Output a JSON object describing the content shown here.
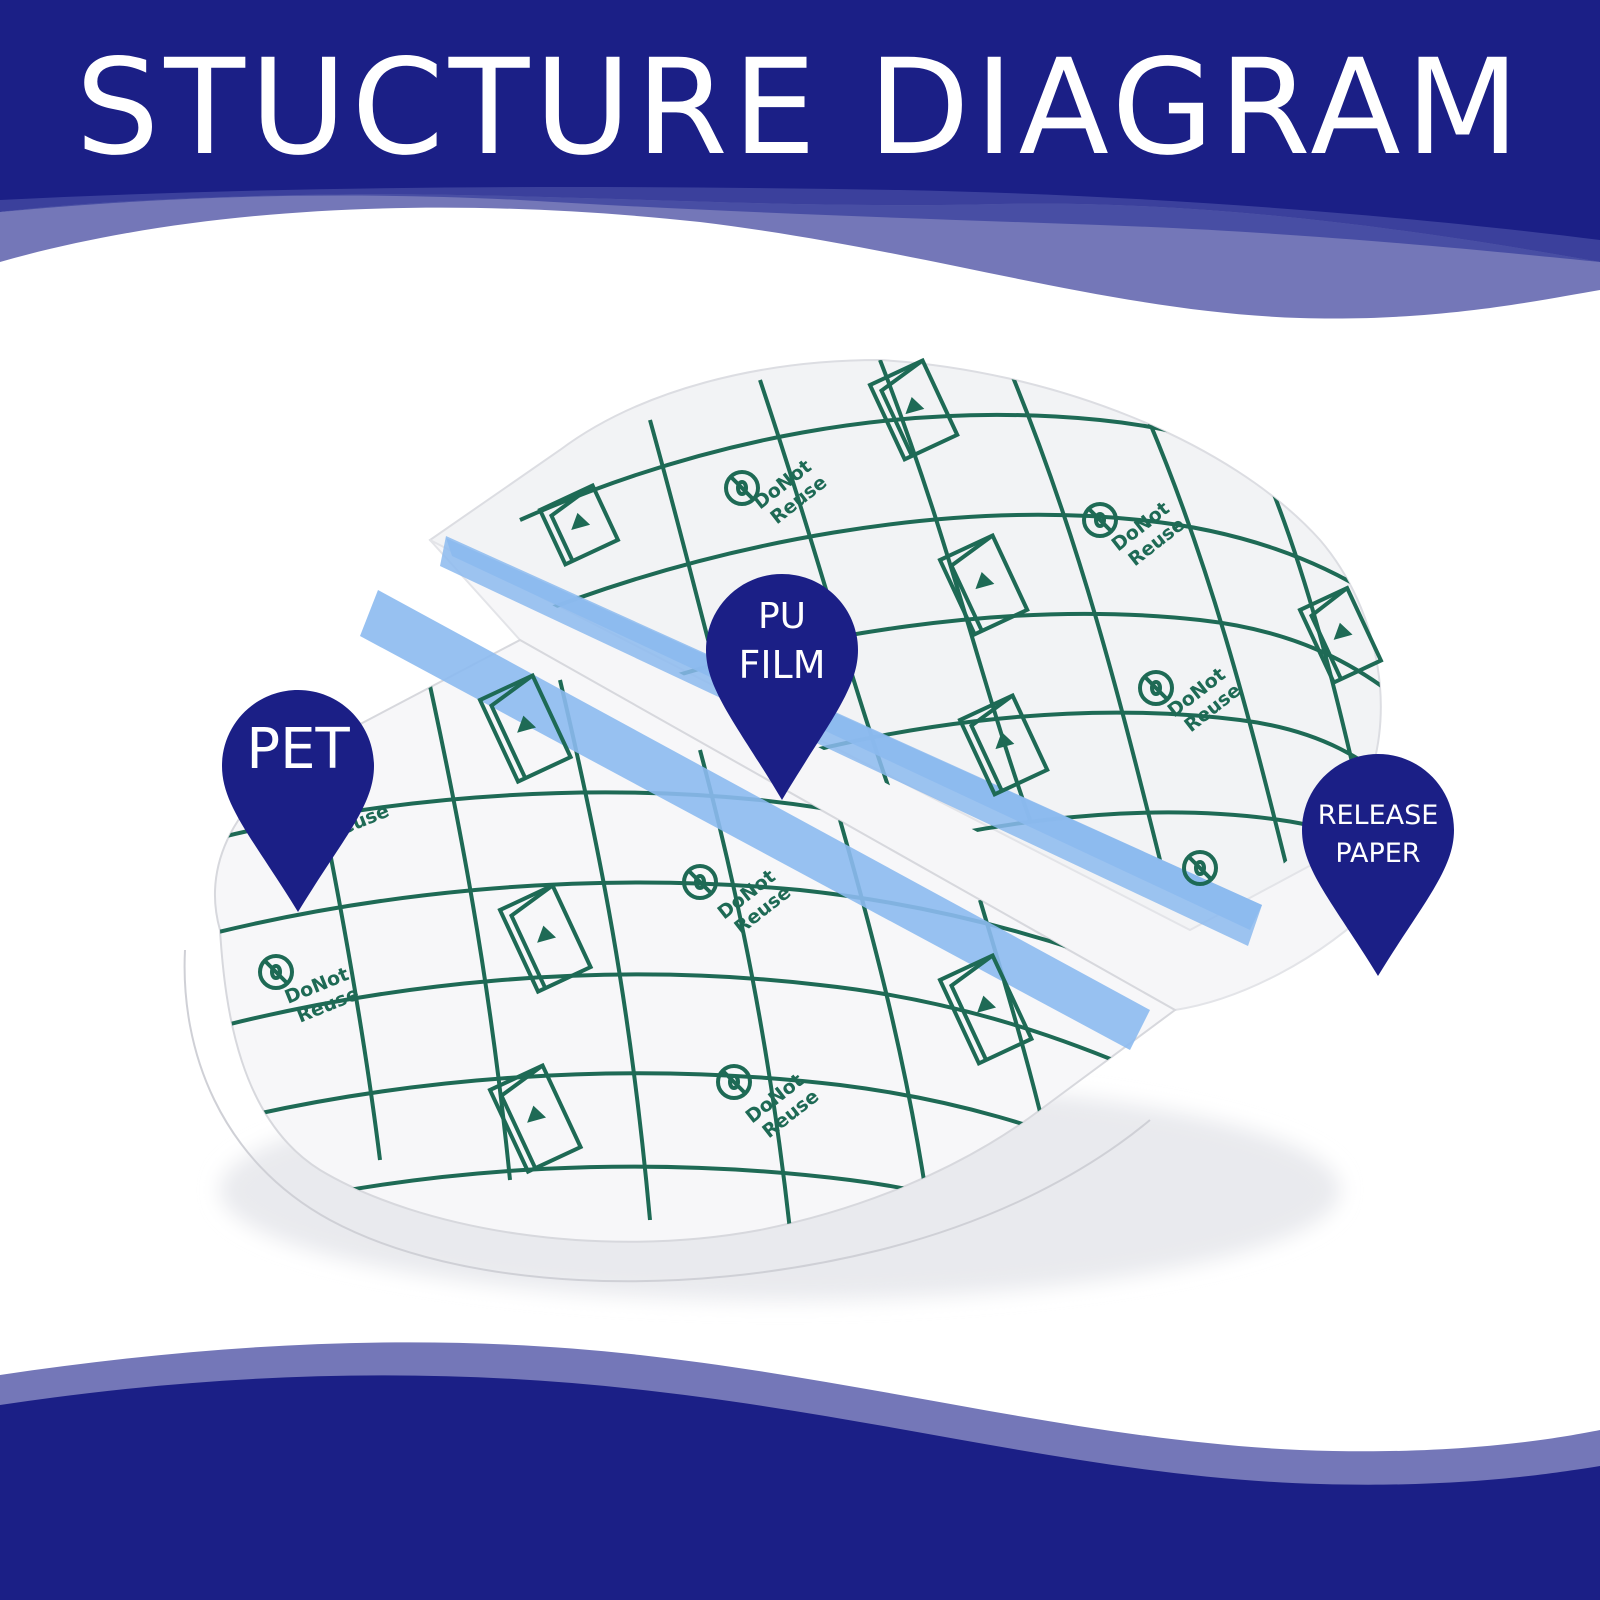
{
  "title": "STUCTURE DIAGRAM",
  "colors": {
    "banner": "#1b1f86",
    "wave_light": "#7477b8",
    "wave_mid": "#4146a0",
    "grid": "#1e6a55",
    "tape": "#8cbaef",
    "film": "#f3f4f6",
    "pin": "#1b1f86"
  },
  "labels": {
    "pet": "PET",
    "pu_film_line1": "PU",
    "pu_film_line2": "FILM",
    "release_line1": "RELEASE",
    "release_line2": "PAPER"
  },
  "grid_text": {
    "do_not": "DoNot",
    "reuse": "Reuse"
  },
  "icons": {
    "pin": "map-pin-icon",
    "no_reuse": "do-not-reuse-icon",
    "peel": "peel-tab-icon"
  }
}
